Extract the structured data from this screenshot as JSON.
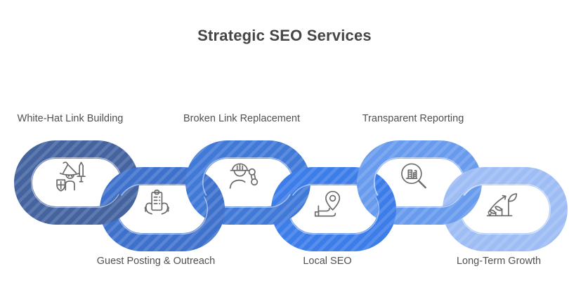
{
  "title": "Strategic SEO Services",
  "colors": {
    "background": "#ffffff",
    "title": "#454545",
    "label": "#515151",
    "icon_stroke": "#6b6b6b",
    "stripe": "rgba(255,255,255,0.14)",
    "inner_highlight": "rgba(255,255,255,0.5)"
  },
  "links": [
    {
      "label": "White-Hat Link Building",
      "icon": "white-hat-icon",
      "color": "#44639f"
    },
    {
      "label": "Guest Posting & Outreach",
      "icon": "guest-posting-icon",
      "color": "#3e71cb"
    },
    {
      "label": "Broken Link Replacement",
      "icon": "broken-link-icon",
      "color": "#4179d7"
    },
    {
      "label": "Local SEO",
      "icon": "local-seo-icon",
      "color": "#3c7de9"
    },
    {
      "label": "Transparent Reporting",
      "icon": "transparent-reporting-icon",
      "color": "#689bed"
    },
    {
      "label": "Long-Term Growth",
      "icon": "long-term-growth-icon",
      "color": "#9dbdf4"
    }
  ]
}
